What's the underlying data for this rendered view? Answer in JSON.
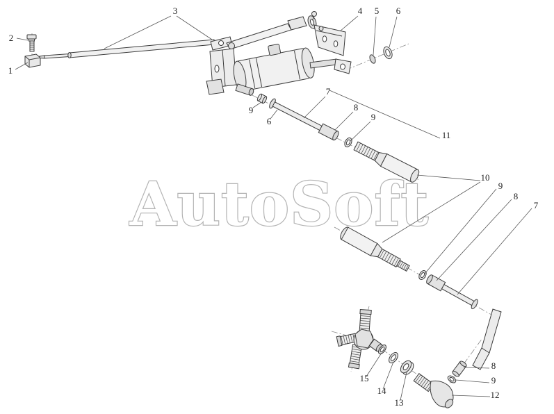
{
  "watermark": {
    "text": "AutoSoft"
  },
  "colors": {
    "line": "#3a3a3a",
    "leader": "#555555",
    "axis": "#8a8a8a",
    "label": "#1f1f1f",
    "watermark-outline": "#b3b3b3",
    "background": "#ffffff"
  },
  "callouts": [
    {
      "label": "2"
    },
    {
      "label": "1"
    },
    {
      "label": "3"
    },
    {
      "label": "4"
    },
    {
      "label": "5"
    },
    {
      "label": "6"
    },
    {
      "label": "9"
    },
    {
      "label": "6"
    },
    {
      "label": "7"
    },
    {
      "label": "8"
    },
    {
      "label": "9"
    },
    {
      "label": "11"
    },
    {
      "label": "10"
    },
    {
      "label": "9"
    },
    {
      "label": "8"
    },
    {
      "label": "7"
    },
    {
      "label": "8"
    },
    {
      "label": "9"
    },
    {
      "label": "12"
    },
    {
      "label": "15"
    },
    {
      "label": "14"
    },
    {
      "label": "13"
    }
  ]
}
